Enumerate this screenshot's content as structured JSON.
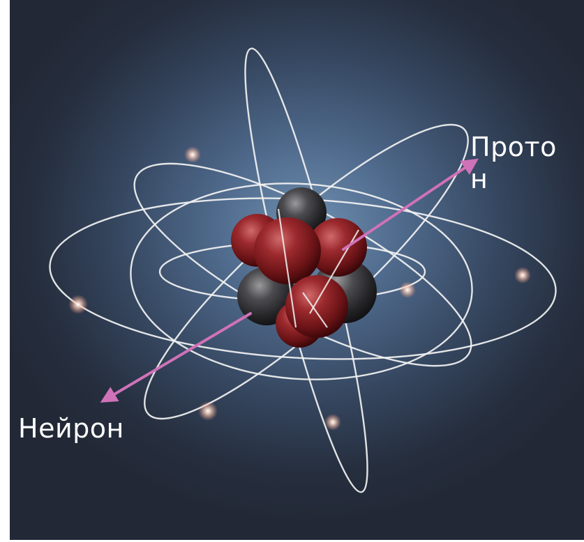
{
  "labels": {
    "proton": "Прото\nн",
    "neutron": "Нейрон"
  },
  "colors": {
    "background_center": "#6f8fb0",
    "background_edge": "#222836",
    "orbit": "#f2f2f2",
    "arrow": "#d072b8",
    "proton": "#8e1e22",
    "neutron": "#2f2f33"
  },
  "icons": [
    "atom-nucleus",
    "electron-glow",
    "arrow"
  ]
}
